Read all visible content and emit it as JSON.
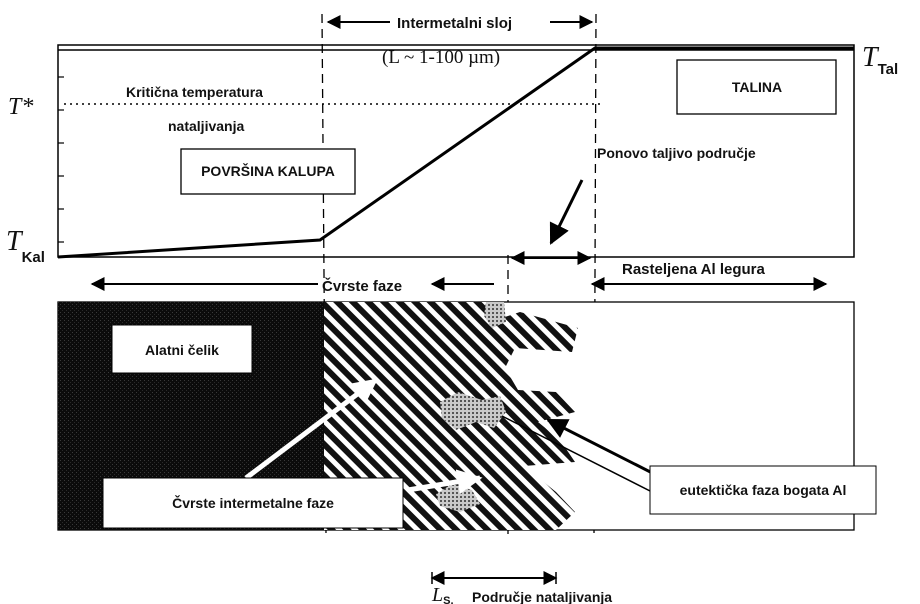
{
  "top": {
    "intermetal_label": "Intermetalni sloj",
    "thickness_label": "(L ~ 1-100 µm)",
    "tal_symbol": "T",
    "tal_sub": "Tal",
    "t_star": "T*",
    "kal_symbol": "T",
    "kal_sub": "Kal",
    "critical_line1": "Kritična temperatura",
    "critical_line2": "nataljivanja",
    "talina": "TALINA",
    "povrsina": "POVRŠINA KALUPA",
    "ponovo": "Ponovo taljivo područje"
  },
  "middle": {
    "cvrste_faze": "Čvrste faze",
    "rasteljena": "Rasteljena Al legura"
  },
  "bottom": {
    "alatni": "Alatni čelik",
    "cvrste_intermetalne": "Čvrste intermetalne faze",
    "eutekticka": "eutektička faza bogata Al",
    "ls_symbol": "L",
    "ls_sub": "S,",
    "podrucje": "Područje nataljivanja"
  }
}
